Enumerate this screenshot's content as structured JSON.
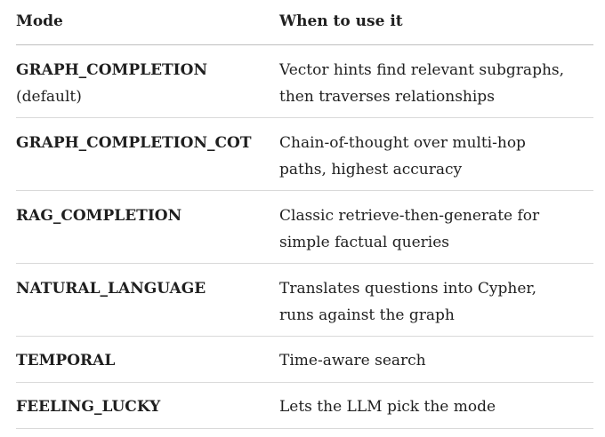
{
  "table": {
    "headers": {
      "mode": "Mode",
      "when": "When to use it"
    },
    "rows": [
      {
        "mode": "GRAPH_COMPLETION",
        "note": "(default)",
        "desc": "Vector hints find relevant subgraphs, then traverses relationships"
      },
      {
        "mode": "GRAPH_COMPLETION_COT",
        "note": "",
        "desc": "Chain-of-thought over multi-hop paths, highest accuracy"
      },
      {
        "mode": "RAG_COMPLETION",
        "note": "",
        "desc": "Classic retrieve-then-generate for simple factual queries"
      },
      {
        "mode": "NATURAL_LANGUAGE",
        "note": "",
        "desc": "Translates questions into Cypher, runs against the graph"
      },
      {
        "mode": "TEMPORAL",
        "note": "",
        "desc": "Time-aware search"
      },
      {
        "mode": "FEELING_LUCKY",
        "note": "",
        "desc": "Lets the LLM pick the mode"
      }
    ]
  }
}
